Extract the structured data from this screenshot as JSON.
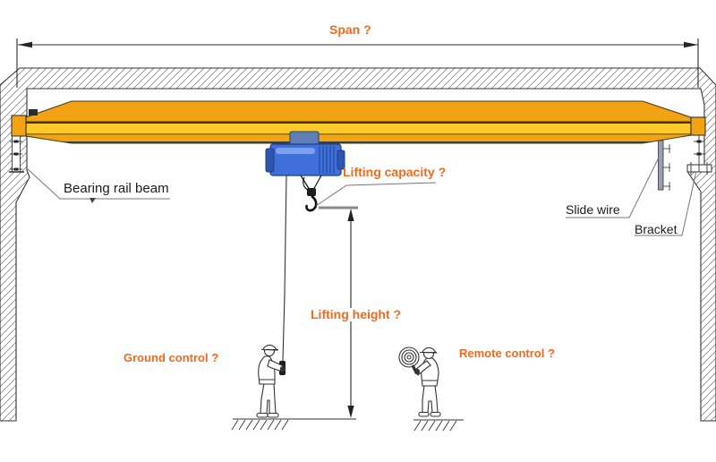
{
  "labels": {
    "span": "Span ?",
    "lifting_capacity": "Lifting capacity ?",
    "lifting_height": "Lifting height ?",
    "ground_control": "Ground control ?",
    "remote_control": "Remote control ?",
    "bearing_rail_beam": "Bearing rail beam",
    "slide_wire": "Slide wire",
    "bracket": "Bracket"
  },
  "colors": {
    "accent_orange": "#F2691D",
    "beam_amber": "#F2A313",
    "beam_yellow": "#FFC927",
    "beam_dark_stripe": "#453500",
    "hoist_blue": "#3F6FD8",
    "hoist_blue_dark": "#203F8F",
    "trolley_blue_gray": "#5D7FB5",
    "leader_gray": "#777777",
    "ink": "#222222"
  },
  "icons": {
    "remote_device": "signal-coil-icon",
    "hook": "crane-hook-icon"
  }
}
